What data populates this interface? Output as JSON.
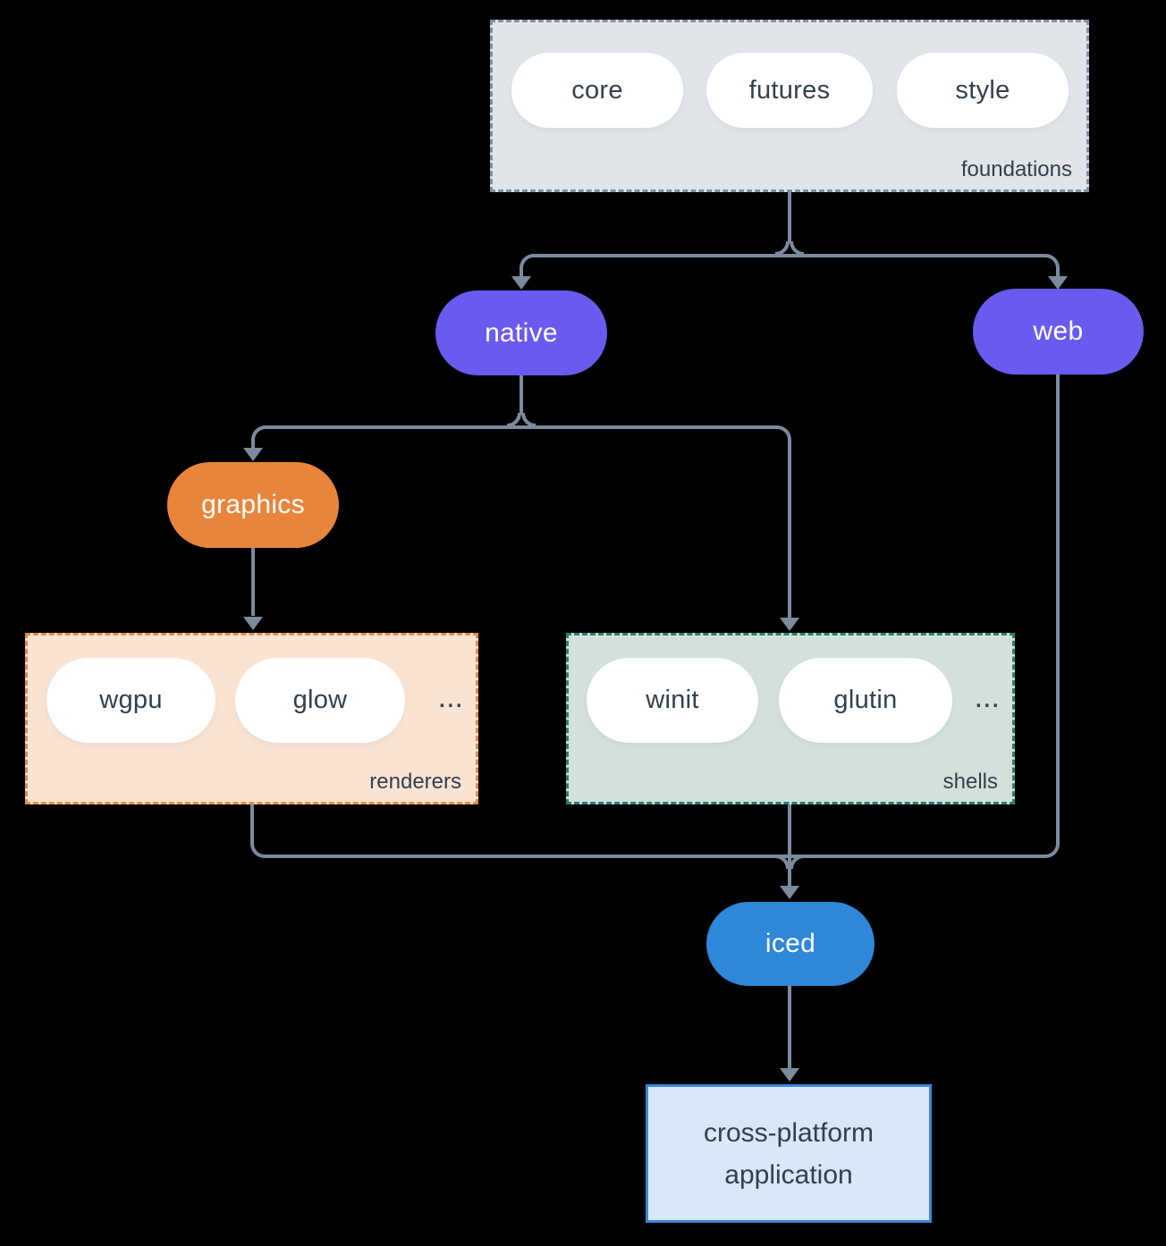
{
  "colors": {
    "background": "#000000",
    "connector": "#7b8b9d",
    "text-dark": "#32404e",
    "purple": "#6a5bf0",
    "orange": "#e8853b",
    "blue": "#2e87d8",
    "pill-fill": "#ffffff",
    "foundations-fill": "#e1e5e9",
    "foundations-border": "#7f90a4",
    "renderers-fill": "#f9e4d4",
    "renderers-border": "#e98a3d",
    "shells-fill": "#d3e1da",
    "shells-border": "#27806f",
    "app-fill": "#d9e8f8",
    "app-border": "#3c86dc"
  },
  "nodes": {
    "foundations": {
      "label": "foundations",
      "pills": [
        "core",
        "futures",
        "style"
      ]
    },
    "native": {
      "label": "native"
    },
    "web": {
      "label": "web"
    },
    "graphics": {
      "label": "graphics"
    },
    "renderers": {
      "label": "renderers",
      "pills": [
        "wgpu",
        "glow"
      ],
      "ellipsis": "..."
    },
    "shells": {
      "label": "shells",
      "pills": [
        "winit",
        "glutin"
      ],
      "ellipsis": "..."
    },
    "iced": {
      "label": "iced"
    },
    "application": {
      "lines": [
        "cross-platform",
        "application"
      ]
    }
  }
}
